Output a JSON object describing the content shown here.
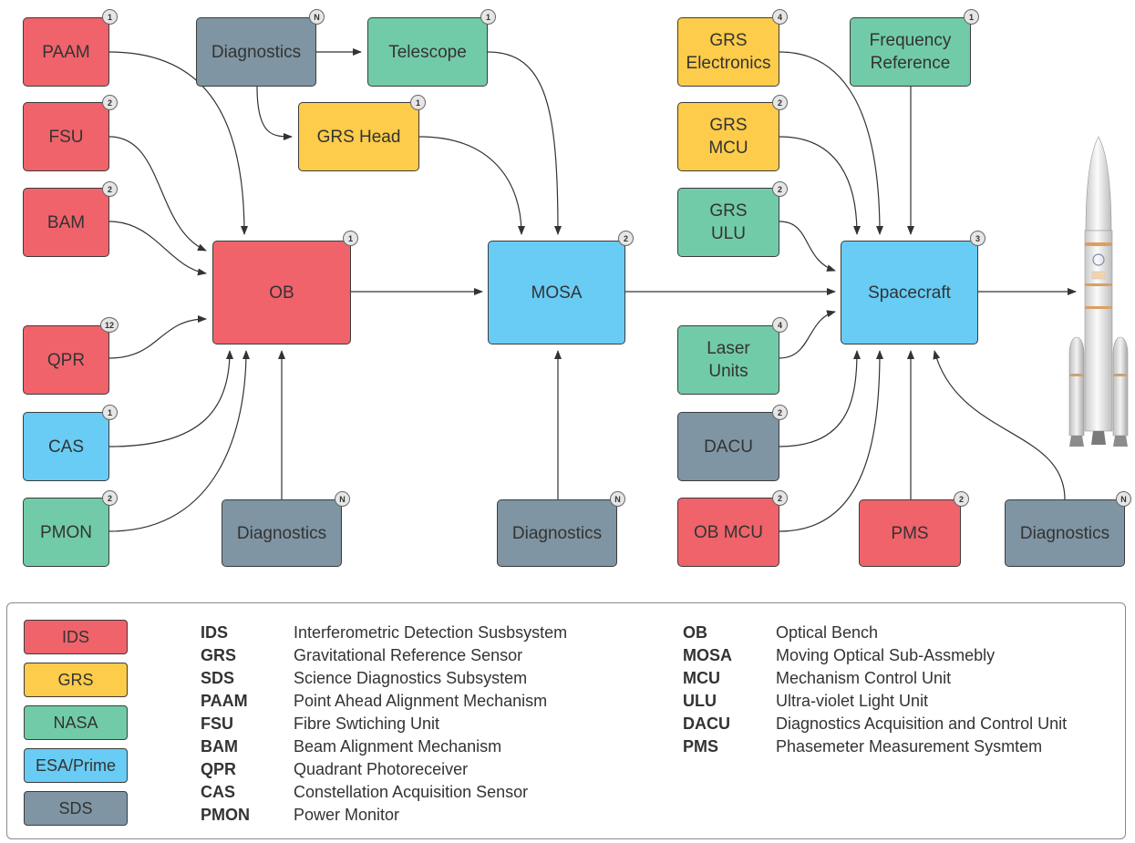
{
  "nodes": {
    "paam": {
      "label": "PAAM",
      "badge": "1",
      "color": "IDS"
    },
    "fsu": {
      "label": "FSU",
      "badge": "2",
      "color": "IDS"
    },
    "bam": {
      "label": "BAM",
      "badge": "2",
      "color": "IDS"
    },
    "qpr": {
      "label": "QPR",
      "badge": "12",
      "color": "IDS"
    },
    "cas": {
      "label": "CAS",
      "badge": "1",
      "color": "ESA/Prime"
    },
    "pmon": {
      "label": "PMON",
      "badge": "2",
      "color": "NASA"
    },
    "diag_top": {
      "label": "Diagnostics",
      "badge": "N",
      "color": "SDS"
    },
    "telescope": {
      "label": "Telescope",
      "badge": "1",
      "color": "NASA"
    },
    "grs_head": {
      "label": "GRS Head",
      "badge": "1",
      "color": "GRS"
    },
    "ob": {
      "label": "OB",
      "badge": "1",
      "color": "IDS"
    },
    "diag_ob": {
      "label": "Diagnostics",
      "badge": "N",
      "color": "SDS"
    },
    "mosa": {
      "label": "MOSA",
      "badge": "2",
      "color": "ESA/Prime"
    },
    "diag_mosa": {
      "label": "Diagnostics",
      "badge": "N",
      "color": "SDS"
    },
    "grs_electronics": {
      "label": "GRS\nElectronics",
      "badge": "4",
      "color": "GRS"
    },
    "freq_ref": {
      "label": "Frequency\nReference",
      "badge": "1",
      "color": "NASA"
    },
    "grs_mcu": {
      "label": "GRS\nMCU",
      "badge": "2",
      "color": "GRS"
    },
    "grs_ulu": {
      "label": "GRS\nULU",
      "badge": "2",
      "color": "NASA"
    },
    "spacecraft": {
      "label": "Spacecraft",
      "badge": "3",
      "color": "ESA/Prime"
    },
    "laser_units": {
      "label": "Laser\nUnits",
      "badge": "4",
      "color": "NASA"
    },
    "dacu": {
      "label": "DACU",
      "badge": "2",
      "color": "SDS"
    },
    "ob_mcu": {
      "label": "OB MCU",
      "badge": "2",
      "color": "IDS"
    },
    "pms": {
      "label": "PMS",
      "badge": "2",
      "color": "IDS"
    },
    "diag_sc": {
      "label": "Diagnostics",
      "badge": "N",
      "color": "SDS"
    }
  },
  "legend": {
    "swatches": [
      {
        "label": "IDS",
        "color": "IDS"
      },
      {
        "label": "GRS",
        "color": "GRS"
      },
      {
        "label": "NASA",
        "color": "NASA"
      },
      {
        "label": "ESA/Prime",
        "color": "ESA/Prime"
      },
      {
        "label": "SDS",
        "color": "SDS"
      }
    ],
    "abbreviations_left": [
      {
        "abbr": "IDS",
        "desc": "Interferometric Detection Susbsystem"
      },
      {
        "abbr": "GRS",
        "desc": "Gravitational Reference Sensor"
      },
      {
        "abbr": "SDS",
        "desc": "Science Diagnostics Subsystem"
      },
      {
        "abbr": "PAAM",
        "desc": "Point Ahead Alignment Mechanism"
      },
      {
        "abbr": "FSU",
        "desc": "Fibre Swtiching Unit"
      },
      {
        "abbr": "BAM",
        "desc": "Beam Alignment Mechanism"
      },
      {
        "abbr": "QPR",
        "desc": "Quadrant Photoreceiver"
      },
      {
        "abbr": "CAS",
        "desc": "Constellation Acquisition Sensor"
      },
      {
        "abbr": "PMON",
        "desc": "Power Monitor"
      }
    ],
    "abbreviations_right": [
      {
        "abbr": "OB",
        "desc": "Optical Bench"
      },
      {
        "abbr": "MOSA",
        "desc": "Moving Optical Sub-Assmebly"
      },
      {
        "abbr": "MCU",
        "desc": "Mechanism Control Unit"
      },
      {
        "abbr": "ULU",
        "desc": "Ultra-violet Light Unit"
      },
      {
        "abbr": "DACU",
        "desc": "Diagnostics Acquisition and Control Unit"
      },
      {
        "abbr": "PMS",
        "desc": "Phasemeter Measurement Sysmtem"
      }
    ]
  },
  "colors": {
    "IDS": "#f0636b",
    "GRS": "#fccc4a",
    "NASA": "#72cba8",
    "ESA/Prime": "#68ccf5",
    "SDS": "#7f95a3"
  },
  "rocket_icon": "launch-vehicle-rocket-icon"
}
